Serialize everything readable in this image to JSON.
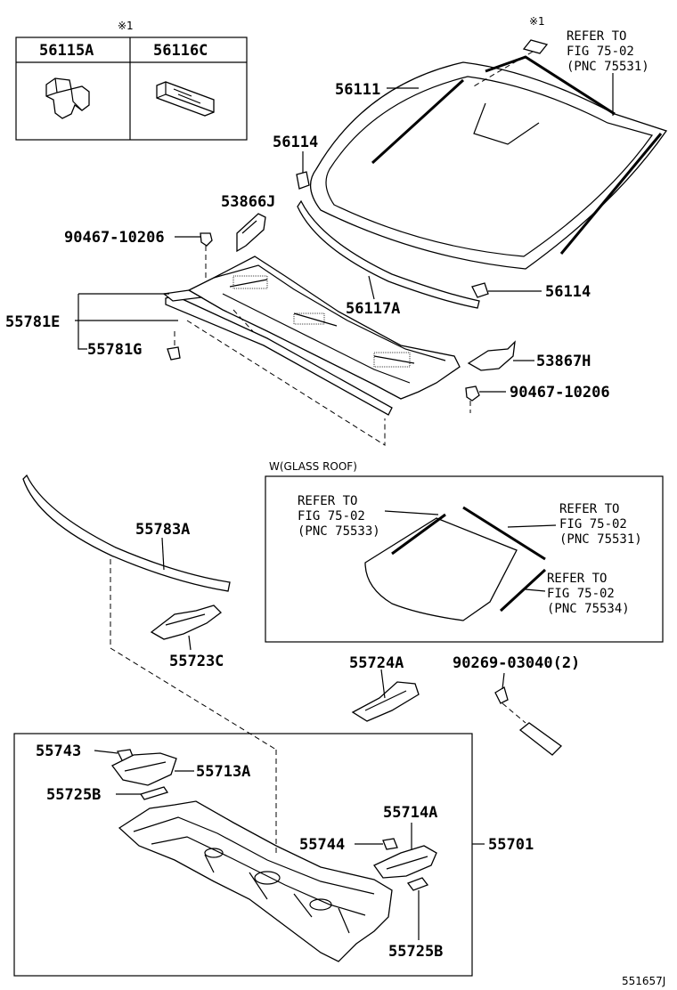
{
  "labels": {
    "note_mark_left": "※1",
    "note_mark_right": "※1",
    "box_56115A": "56115A",
    "box_56116C": "56116C",
    "p56111": "56111",
    "p56114_top": "56114",
    "p53866J": "53866J",
    "p90467_left": "90467-10206",
    "p56117A": "56117A",
    "p56114_bottom": "56114",
    "p55781E": "55781E",
    "p55781G": "55781G",
    "p53867H": "53867H",
    "p90467_right": "90467-10206",
    "p55783A": "55783A",
    "p55723C": "55723C",
    "p55724A": "55724A",
    "p90269": "90269-03040(2)",
    "p55743": "55743",
    "p55713A": "55713A",
    "p55725B_left": "55725B",
    "p55714A": "55714A",
    "p55744": "55744",
    "p55701": "55701",
    "p55725B_bottom": "55725B",
    "figure_id": "551657J"
  },
  "references": {
    "top_right": [
      "REFER TO",
      "FIG 75-02",
      "(PNC 75531)"
    ],
    "roof_left": [
      "REFER TO",
      "FIG 75-02",
      "(PNC 75533)"
    ],
    "roof_right_top": [
      "REFER TO",
      "FIG 75-02",
      "(PNC 75531)"
    ],
    "roof_right_bottom": [
      "REFER TO",
      "FIG 75-02",
      "(PNC 75534)"
    ]
  },
  "glass_roof_title": "W(GLASS ROOF)"
}
